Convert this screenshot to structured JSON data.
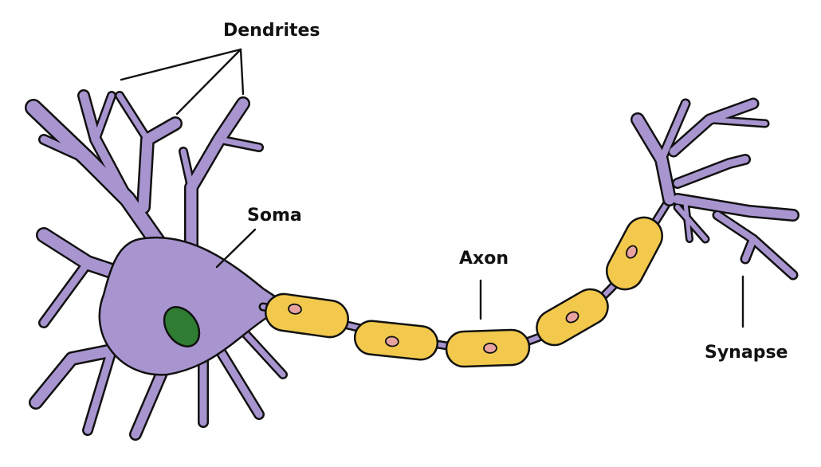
{
  "labels": {
    "dendrites": "Dendrites",
    "soma": "Soma",
    "axon": "Axon",
    "synapse": "Synapse"
  },
  "colors": {
    "cell_fill": "#A895D0",
    "outline": "#111111",
    "myelin_fill": "#F2C94C",
    "node_fill": "#E8A3A0",
    "nucleus_fill": "#2E7D32",
    "background": "#FFFFFF"
  }
}
